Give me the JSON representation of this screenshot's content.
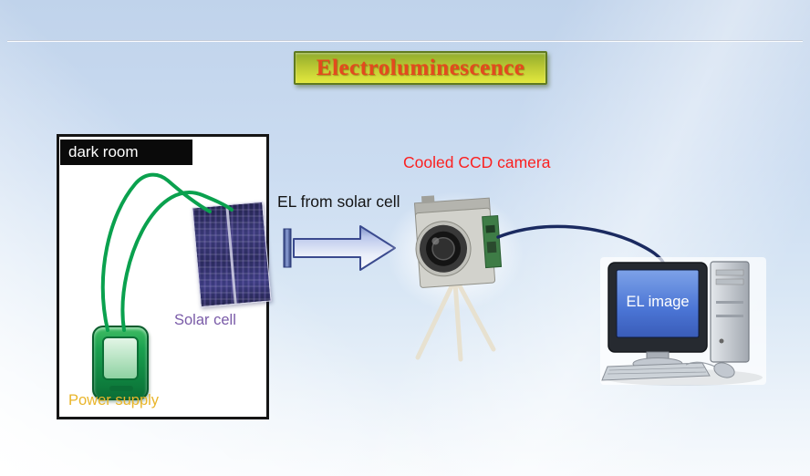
{
  "slide": {
    "title": "Electroluminescence",
    "dark_room": {
      "label": "dark room",
      "solar_cell_label": "Solar cell",
      "power_supply_label": "Power supply"
    },
    "arrow_label": "EL from solar cell",
    "camera_label": "Cooled CCD camera",
    "computer_screen_label": "EL image",
    "colors": {
      "title_text": "#e34a1e",
      "title_background_top": "#8fab2d",
      "title_background_bottom": "#e3e93e",
      "title_border": "#5f7a20",
      "dark_room_header_bg": "#0a0a0a",
      "solar_cell_label": "#7a5ba8",
      "power_supply_label": "#e9b52a",
      "power_supply_green": "#129447",
      "camera_label": "#fb2020",
      "wire_green": "#0aa14e",
      "arrow_outline": "#3a4a8e",
      "cable_navy": "#1a2a60",
      "monitor_screen_blue": "#4a74d4",
      "background_blue": "#c0d3eb"
    }
  }
}
